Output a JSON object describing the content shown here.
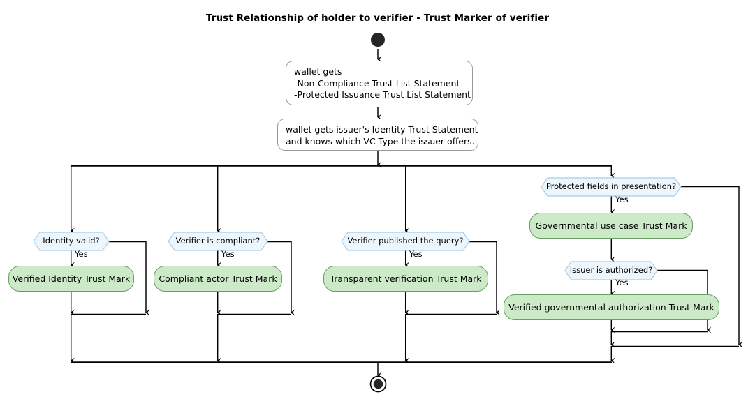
{
  "title": "Trust Relationship of holder to verifier - Trust Marker of verifier",
  "colors": {
    "activity_fill": "#cdeac8",
    "activity_stroke": "#6a9d63",
    "decision_fill": "#eef6fd",
    "decision_stroke": "#a9cce7",
    "state_fill": "#ffffff",
    "state_stroke": "#9a9a9a",
    "edge_stroke": "#000000",
    "terminal_fill": "#262626",
    "background": "#ffffff"
  },
  "nodes": {
    "start": {
      "name": "start-node",
      "type": "initial-node"
    },
    "end": {
      "name": "end-node",
      "type": "final-node"
    },
    "state_wallet_lists": {
      "type": "state",
      "text": "wallet gets\n-Non-Compliance Trust List Statement\n-Protected Issuance Trust List Statement"
    },
    "state_wallet_identity": {
      "type": "state",
      "text": "wallet gets issuer's Identity Trust Statement\nand knows which VC Type the issuer offers."
    },
    "decision_identity_valid": {
      "type": "decision",
      "text": "Identity valid?"
    },
    "decision_verifier_compliant": {
      "type": "decision",
      "text": "Verifier is compliant?"
    },
    "decision_verifier_published": {
      "type": "decision",
      "text": "Verifier published the query?"
    },
    "decision_protected_fields": {
      "type": "decision",
      "text": "Protected fields in presentation?"
    },
    "decision_issuer_authorized": {
      "type": "decision",
      "text": "Issuer is authorized?"
    },
    "activity_verified_identity": {
      "type": "activity",
      "text": "Verified Identity Trust Mark"
    },
    "activity_compliant_actor": {
      "type": "activity",
      "text": "Compliant actor Trust Mark"
    },
    "activity_transparent_verification": {
      "type": "activity",
      "text": "Transparent verification Trust Mark"
    },
    "activity_governmental_use_case": {
      "type": "activity",
      "text": "Governmental use case Trust Mark"
    },
    "activity_verified_gov_authorization": {
      "type": "activity",
      "text": "Verified governmental authorization Trust Mark"
    }
  },
  "edge_labels": {
    "yes_identity": "Yes",
    "yes_compliant": "Yes",
    "yes_published": "Yes",
    "yes_protected": "Yes",
    "yes_issuer": "Yes"
  }
}
